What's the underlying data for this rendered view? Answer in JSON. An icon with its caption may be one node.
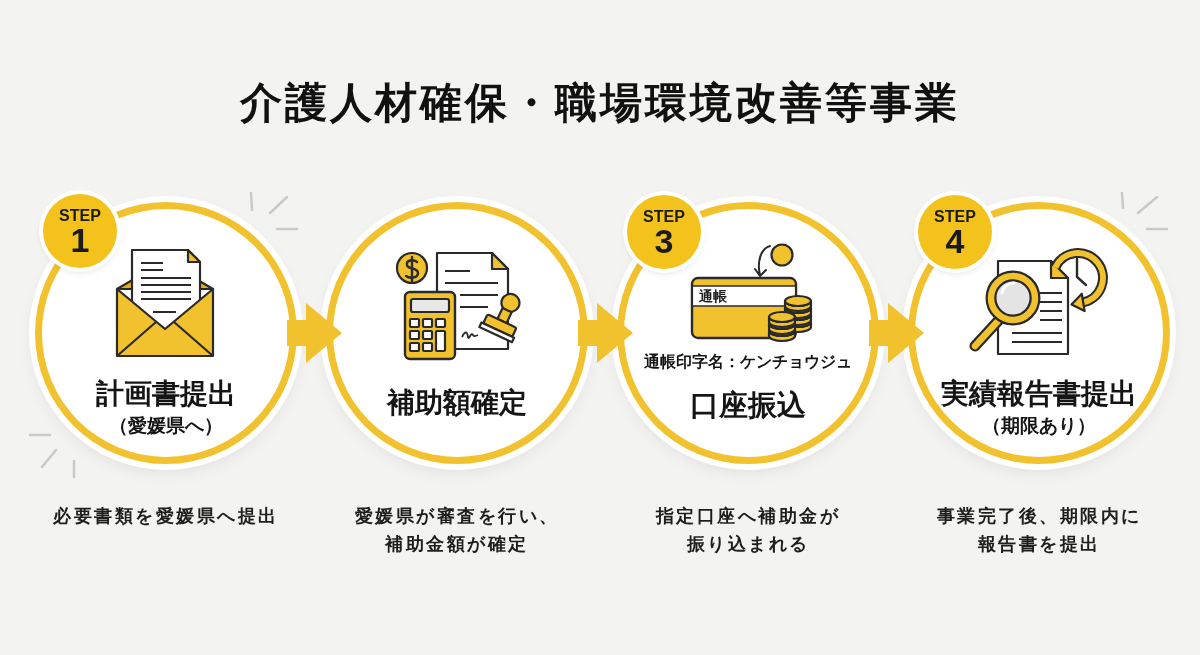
{
  "diagram": {
    "title": "介護人材確保・職場環境改善等事業",
    "nodes": [
      {
        "text": [
          "STEP",
          "1"
        ]
      },
      {
        "text": [
          "計画書提出",
          "（愛媛県へ）"
        ],
        "beside": [
          "必要書類を愛媛県へ提出"
        ]
      },
      {
        "text": [
          "補助額確定"
        ],
        "beside": [
          "愛媛県が審査を行い、補助金額が確定"
        ]
      },
      {
        "text": [
          "STEP",
          "3"
        ]
      },
      {
        "text": [
          "通帳印字名：ケンチョウジュ",
          "口座振込"
        ],
        "beside": [
          "指定口座へ補助金が振り込まれる"
        ]
      },
      {
        "text": [
          "STEP",
          "4"
        ]
      },
      {
        "text": [
          "実績報告書提出",
          "（期限あり）"
        ],
        "beside": [
          "事業完了後、期限内に報告書を提出"
        ]
      }
    ],
    "edges": [
      {
        "from": 1,
        "to": 2,
        "arrow": "to"
      },
      {
        "from": 2,
        "to": 4,
        "arrow": "to"
      },
      {
        "from": 4,
        "to": 6,
        "arrow": "to"
      }
    ],
    "labels": [
      "通帳"
    ]
  }
}
